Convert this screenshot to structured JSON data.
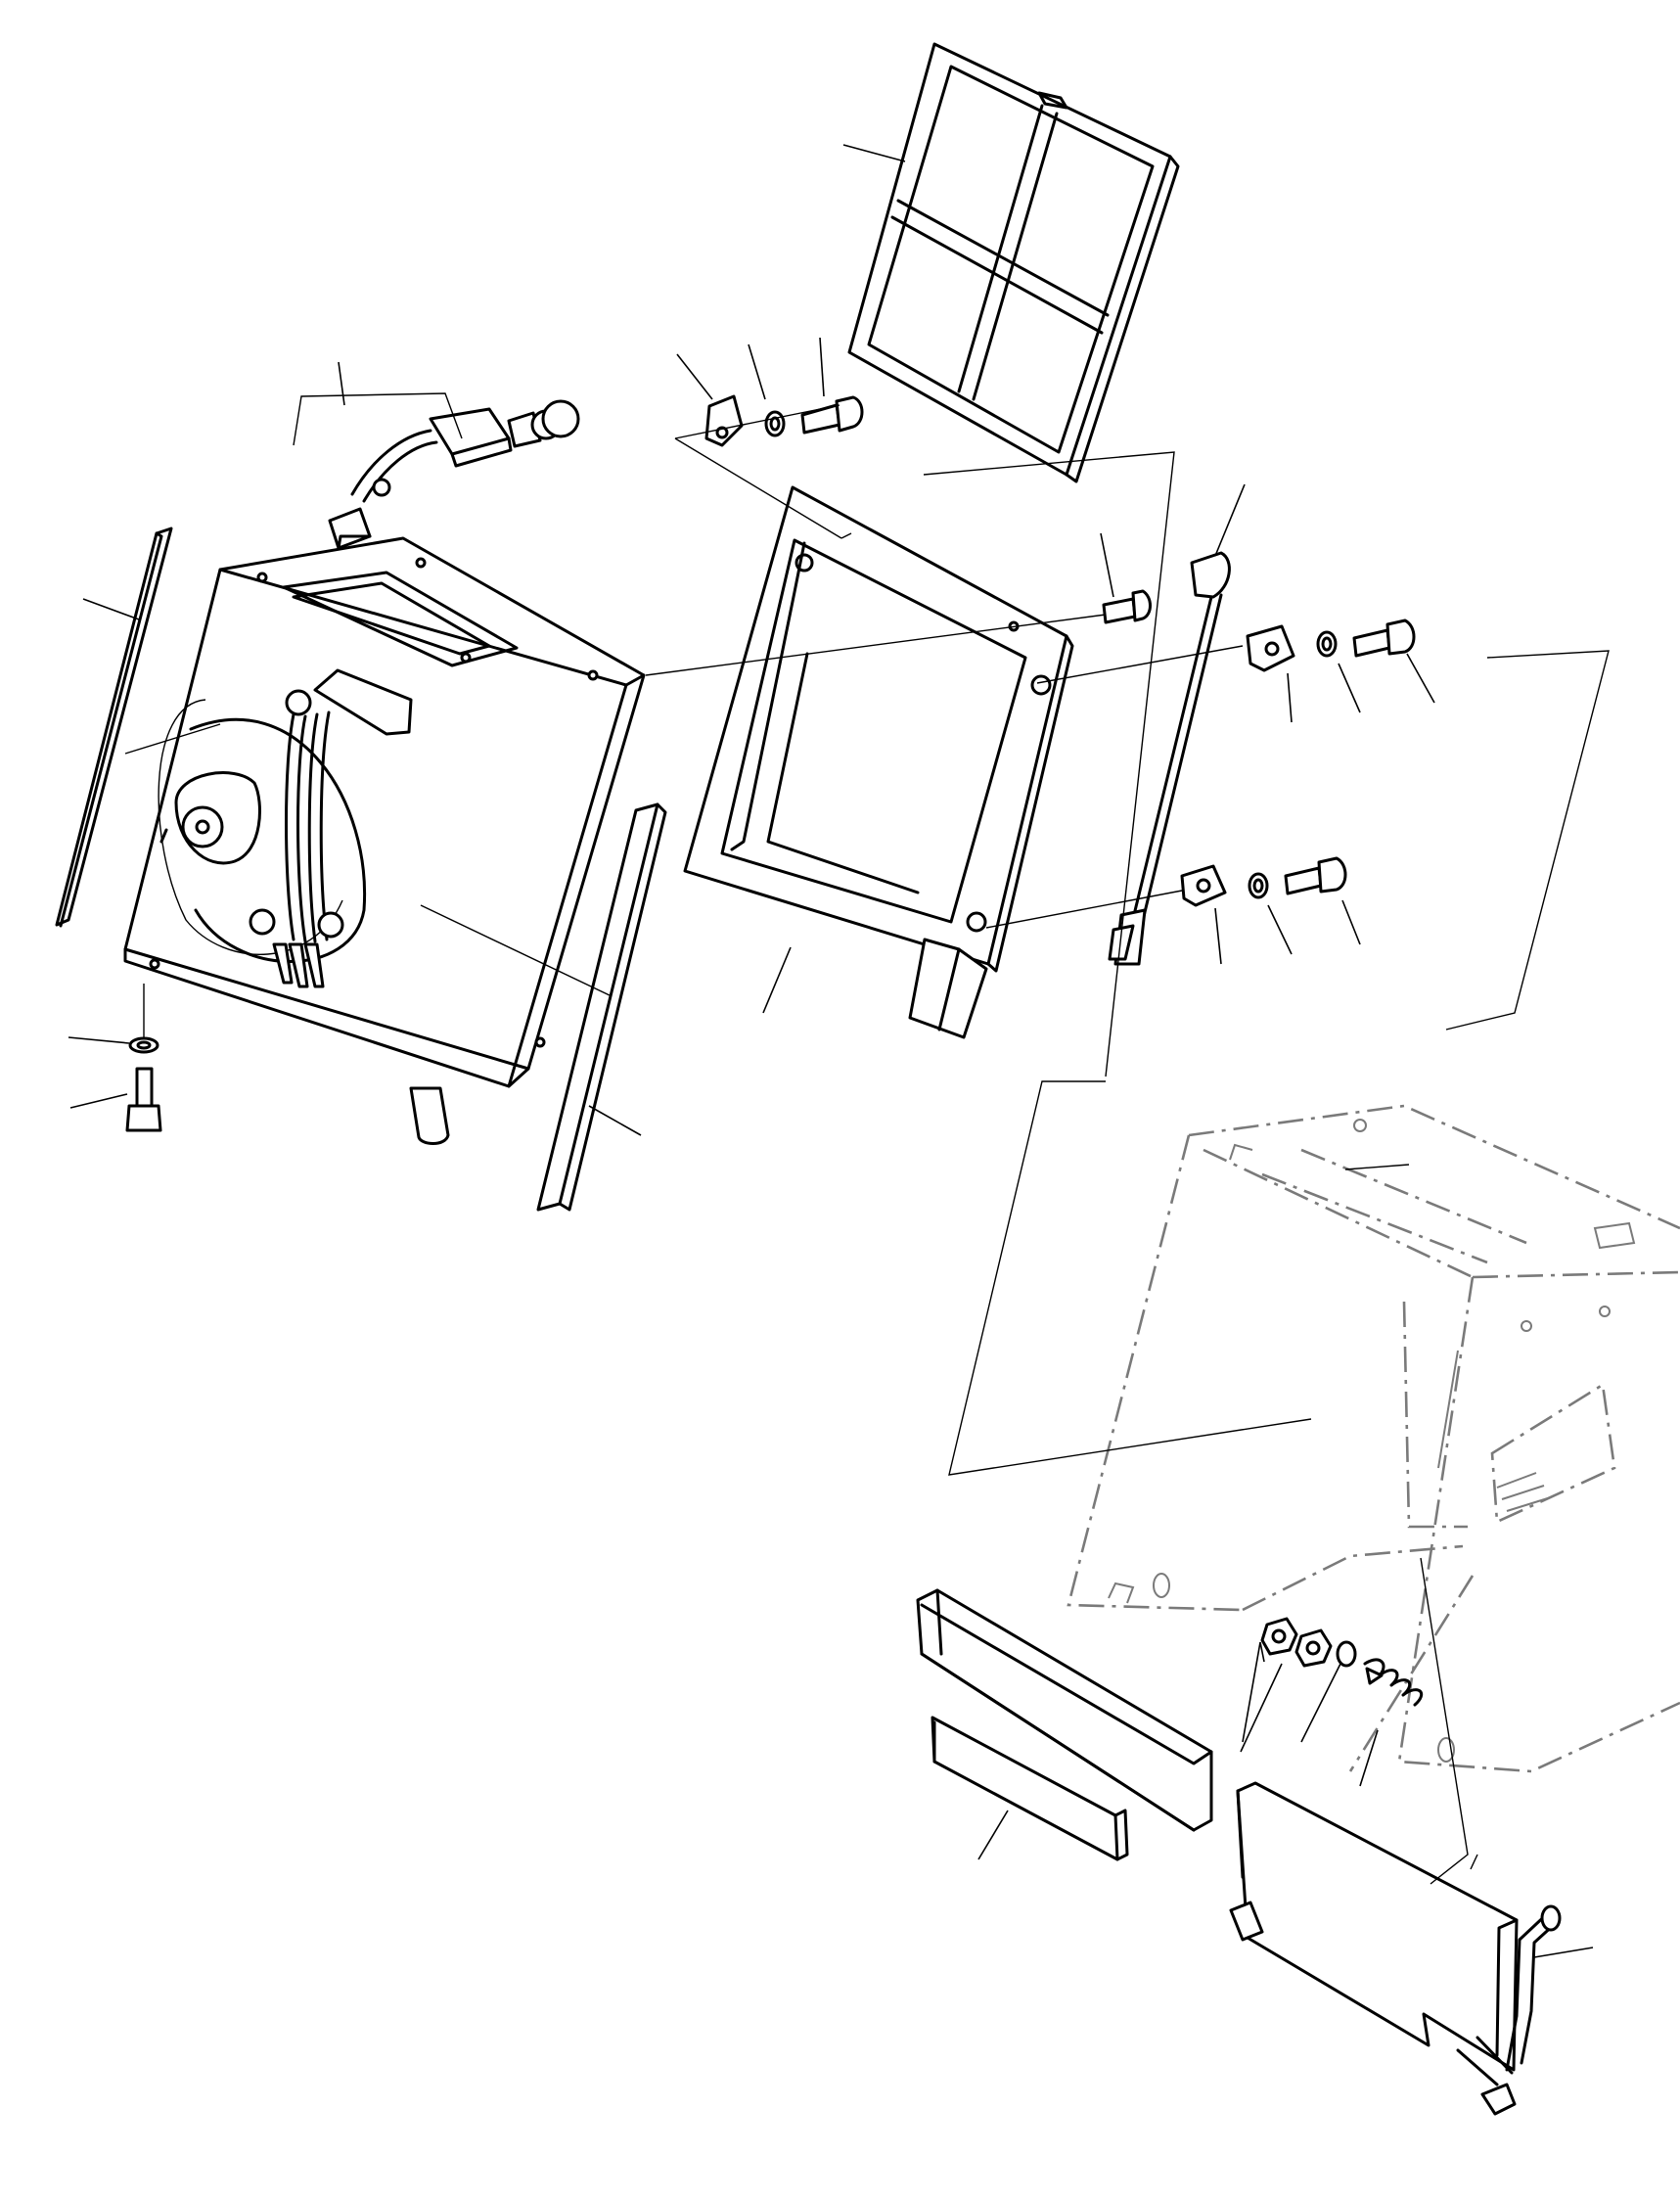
{
  "diagram": {
    "type": "exploded-parts-view",
    "labels": [],
    "colors": {
      "line": "#000000",
      "phantom": "#7a7a7a",
      "background": "#ffffff"
    },
    "parts": [
      "air-filter-element",
      "wiring-harness-connector",
      "seal-strip-left",
      "blower-housing",
      "seal-strip-right",
      "filter-frame",
      "retainer-rod",
      "clip-nut",
      "washer",
      "bolt",
      "front-cover-panel",
      "rear-cover-panel",
      "handle-rod",
      "hex-nut",
      "spring"
    ]
  }
}
